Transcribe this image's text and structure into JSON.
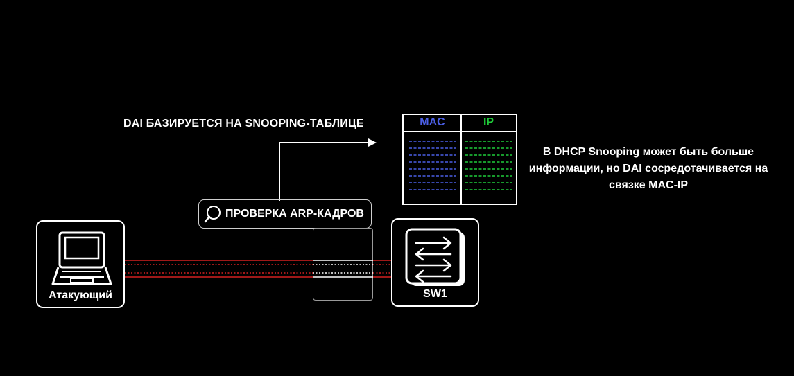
{
  "title": "DAI БАЗИРУЕТСЯ НА SNOOPING-ТАБЛИЦЕ",
  "note": "В DHCP Snooping может быть больше информации, но DAI сосредотачивается на связке MAC-IP",
  "check_label": "ПРОВЕРКА ARP-КАДРОВ",
  "attacker_label": "Атакующий",
  "switch_label": "SW1",
  "table": {
    "col_mac": "MAC",
    "col_ip": "IP",
    "rows": 8
  },
  "colors": {
    "mac": "#4b5fe6",
    "ip": "#1fcc3a",
    "link": "#d42020"
  },
  "icons": [
    "laptop-icon",
    "switch-arrows-icon",
    "search-icon"
  ]
}
